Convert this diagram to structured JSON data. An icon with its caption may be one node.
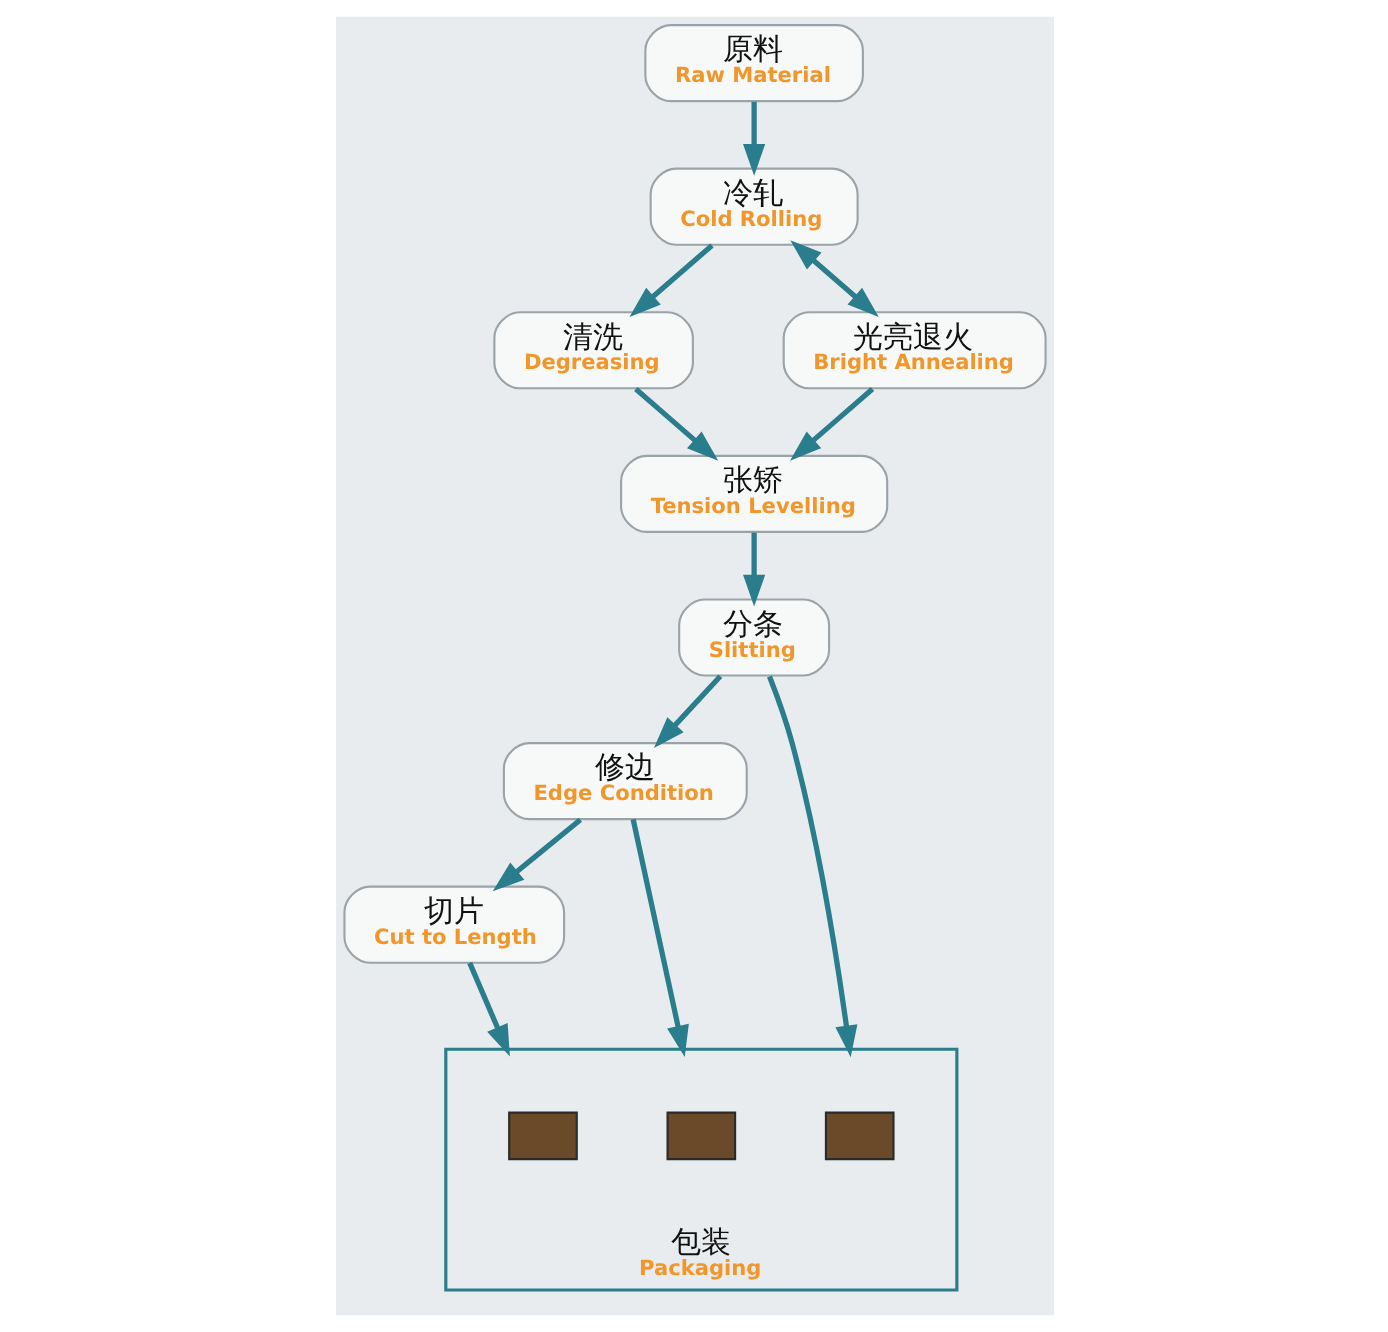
{
  "diagram": {
    "nodes": [
      {
        "text": [
          "原料",
          "Raw Material"
        ]
      },
      {
        "text": [
          "冷轧",
          "Cold Rolling"
        ]
      },
      {
        "text": [
          "清洗",
          "Degreasing"
        ]
      },
      {
        "text": [
          "光亮退火",
          "Bright Annealing"
        ]
      },
      {
        "text": [
          "张矫",
          "Tension Levelling"
        ]
      },
      {
        "text": [
          "分条",
          "Slitting"
        ]
      },
      {
        "text": [
          "修边",
          "Edge Condition"
        ]
      },
      {
        "text": [
          "切片",
          "Cut to Length"
        ]
      },
      {
        "text": [
          "包装",
          "Packaging"
        ]
      },
      {
        "text": [],
        "shape": "box",
        "in": 8
      },
      {
        "text": [],
        "shape": "box",
        "in": 8
      },
      {
        "text": [],
        "shape": "box",
        "in": 8
      }
    ],
    "edges": [
      {
        "from": 0,
        "to": 1,
        "arrow": "to"
      },
      {
        "from": 1,
        "to": 3,
        "arrow": "both"
      },
      {
        "from": 1,
        "to": 2,
        "arrow": "to"
      },
      {
        "from": 2,
        "to": 4,
        "arrow": "to"
      },
      {
        "from": 3,
        "to": 4,
        "arrow": "to"
      },
      {
        "from": 4,
        "to": 5,
        "arrow": "to"
      },
      {
        "from": 5,
        "to": 6,
        "arrow": "to"
      },
      {
        "from": 6,
        "to": 7,
        "arrow": "to"
      },
      {
        "from": 5,
        "to": 8,
        "arrow": "to"
      },
      {
        "from": 6,
        "to": 8,
        "arrow": "to"
      },
      {
        "from": 7,
        "to": 8,
        "arrow": "to"
      }
    ]
  }
}
